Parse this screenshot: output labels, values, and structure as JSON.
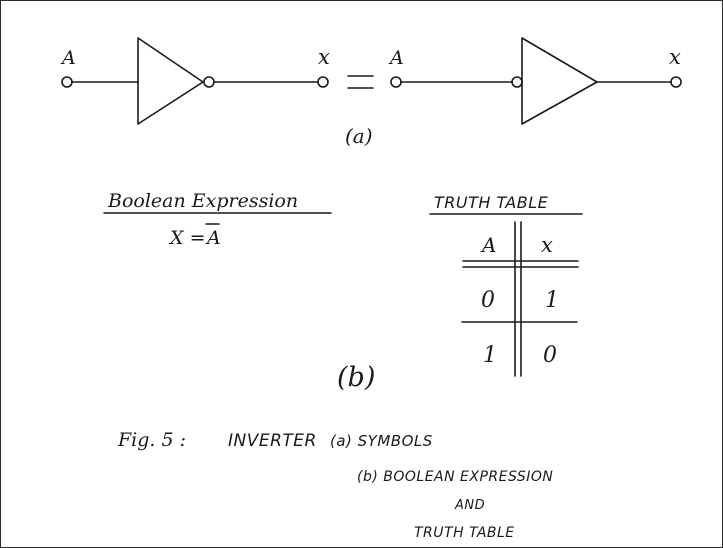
{
  "symbols": {
    "left": {
      "input_label": "A",
      "output_label": "x"
    },
    "right": {
      "input_label": "A",
      "output_label": "x"
    },
    "equals": "=",
    "caption": "(a)"
  },
  "boolean": {
    "title": "Boolean Expression",
    "expression_lhs": "X =",
    "expression_rhs": "A"
  },
  "truth_table": {
    "title": "TRUTH TABLE",
    "headers": [
      "A",
      "x"
    ],
    "rows": [
      [
        "0",
        "1"
      ],
      [
        "1",
        "0"
      ]
    ]
  },
  "section_b_label": "(b)",
  "figure_caption": {
    "fig": "Fig. 5 :",
    "name": "INVERTER",
    "line_a": "(a) SYMBOLS",
    "line_b": "(b) BOOLEAN EXPRESSION",
    "line_and": "AND",
    "line_tt": "TRUTH TABLE"
  }
}
